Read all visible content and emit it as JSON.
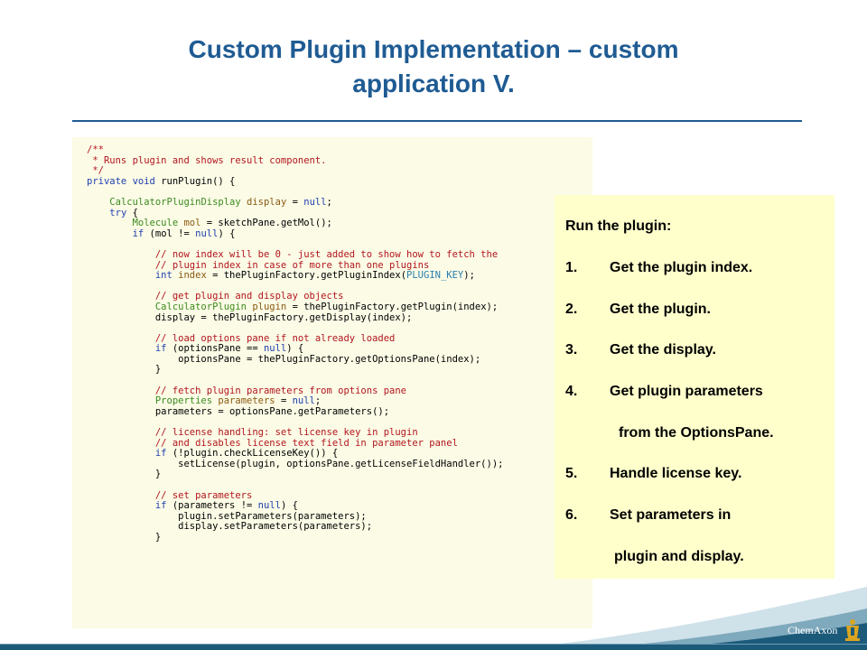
{
  "slide": {
    "title_line1": "Custom Plugin Implementation – custom",
    "title_line2": "application V."
  },
  "code": {
    "lines": [
      [
        {
          "t": "/**",
          "c": "comment"
        }
      ],
      [
        {
          "t": " * Runs plugin and shows result component.",
          "c": "comment"
        }
      ],
      [
        {
          "t": " */",
          "c": "comment"
        }
      ],
      [
        {
          "t": "private void ",
          "c": "kw"
        },
        {
          "t": "runPlugin() {",
          "c": ""
        }
      ],
      [],
      [
        {
          "t": "    ",
          "c": ""
        },
        {
          "t": "CalculatorPluginDisplay ",
          "c": "type"
        },
        {
          "t": "display",
          "c": "var"
        },
        {
          "t": " = ",
          "c": ""
        },
        {
          "t": "null",
          "c": "kw"
        },
        {
          "t": ";",
          "c": ""
        }
      ],
      [
        {
          "t": "    ",
          "c": ""
        },
        {
          "t": "try",
          "c": "kw"
        },
        {
          "t": " {",
          "c": ""
        }
      ],
      [
        {
          "t": "        ",
          "c": ""
        },
        {
          "t": "Molecule ",
          "c": "type"
        },
        {
          "t": "mol",
          "c": "var"
        },
        {
          "t": " = sketchPane.getMol();",
          "c": ""
        }
      ],
      [
        {
          "t": "        ",
          "c": ""
        },
        {
          "t": "if",
          "c": "kw"
        },
        {
          "t": " (mol != ",
          "c": ""
        },
        {
          "t": "null",
          "c": "kw"
        },
        {
          "t": ") {",
          "c": ""
        }
      ],
      [],
      [
        {
          "t": "            // now index will be 0 - just added to show how to fetch the",
          "c": "comment"
        }
      ],
      [
        {
          "t": "            // plugin index in case of more than one plugins",
          "c": "comment"
        }
      ],
      [
        {
          "t": "            ",
          "c": ""
        },
        {
          "t": "int ",
          "c": "kw"
        },
        {
          "t": "index",
          "c": "var"
        },
        {
          "t": " = thePluginFactory.getPluginIndex(",
          "c": ""
        },
        {
          "t": "PLUGIN_KEY",
          "c": "const"
        },
        {
          "t": ");",
          "c": ""
        }
      ],
      [],
      [
        {
          "t": "            // get plugin and display objects",
          "c": "comment"
        }
      ],
      [
        {
          "t": "            ",
          "c": ""
        },
        {
          "t": "CalculatorPlugin ",
          "c": "type"
        },
        {
          "t": "plugin",
          "c": "var"
        },
        {
          "t": " = thePluginFactory.getPlugin(index);",
          "c": ""
        }
      ],
      [
        {
          "t": "            display = thePluginFactory.getDisplay(index);",
          "c": ""
        }
      ],
      [],
      [
        {
          "t": "            // load options pane if not already loaded",
          "c": "comment"
        }
      ],
      [
        {
          "t": "            ",
          "c": ""
        },
        {
          "t": "if",
          "c": "kw"
        },
        {
          "t": " (optionsPane == ",
          "c": ""
        },
        {
          "t": "null",
          "c": "kw"
        },
        {
          "t": ") {",
          "c": ""
        }
      ],
      [
        {
          "t": "                optionsPane = thePluginFactory.getOptionsPane(index);",
          "c": ""
        }
      ],
      [
        {
          "t": "            }",
          "c": ""
        }
      ],
      [],
      [
        {
          "t": "            // fetch plugin parameters from options pane",
          "c": "comment"
        }
      ],
      [
        {
          "t": "            ",
          "c": ""
        },
        {
          "t": "Properties ",
          "c": "type"
        },
        {
          "t": "parameters",
          "c": "var"
        },
        {
          "t": " = ",
          "c": ""
        },
        {
          "t": "null",
          "c": "kw"
        },
        {
          "t": ";",
          "c": ""
        }
      ],
      [
        {
          "t": "            parameters = optionsPane.getParameters();",
          "c": ""
        }
      ],
      [],
      [
        {
          "t": "            // license handling: set license key in plugin",
          "c": "comment"
        }
      ],
      [
        {
          "t": "            // and disables license text field in parameter panel",
          "c": "comment"
        }
      ],
      [
        {
          "t": "            ",
          "c": ""
        },
        {
          "t": "if",
          "c": "kw"
        },
        {
          "t": " (!plugin.checkLicenseKey()) {",
          "c": ""
        }
      ],
      [
        {
          "t": "                setLicense(plugin, optionsPane.getLicenseFieldHandler());",
          "c": ""
        }
      ],
      [
        {
          "t": "            }",
          "c": ""
        }
      ],
      [],
      [
        {
          "t": "            // set parameters",
          "c": "comment"
        }
      ],
      [
        {
          "t": "            ",
          "c": ""
        },
        {
          "t": "if",
          "c": "kw"
        },
        {
          "t": " (parameters != ",
          "c": ""
        },
        {
          "t": "null",
          "c": "kw"
        },
        {
          "t": ") {",
          "c": ""
        }
      ],
      [
        {
          "t": "                plugin.setParameters(parameters);",
          "c": ""
        }
      ],
      [
        {
          "t": "                display.setParameters(parameters);",
          "c": ""
        }
      ],
      [
        {
          "t": "            }",
          "c": ""
        }
      ]
    ]
  },
  "callout": {
    "heading": "Run the plugin:",
    "steps": [
      {
        "num": "1.",
        "text": "Get the plugin index."
      },
      {
        "num": "2.",
        "text": "Get the plugin."
      },
      {
        "num": "3.",
        "text": "Get the display."
      },
      {
        "num": "4.",
        "text": "Get plugin parameters",
        "cont": "from the OptionsPane."
      },
      {
        "num": "5.",
        "text": "Handle license key."
      },
      {
        "num": "6.",
        "text": "Set parameters in",
        "cont": "plugin and display."
      }
    ]
  },
  "logo": {
    "text": "ChemAxon",
    "icon": "chemaxon-crest-icon"
  },
  "colors": {
    "title": "#1f5b93",
    "callout_bg": "#ffffcc",
    "code_bg": "#fbfbe6",
    "footer": "#1c5a7a"
  }
}
